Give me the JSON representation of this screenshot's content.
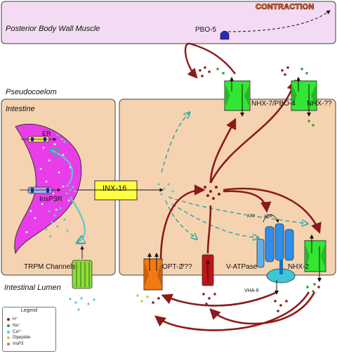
{
  "regions": {
    "muscle": "Posterior Body Wall Muscle",
    "pseudocoelom": "Pseudocoelom",
    "intestine": "Intestine",
    "lumen": "Intestinal Lumen"
  },
  "contraction": "CONTRACTION",
  "labels": {
    "pbo5": "PBO-5",
    "nhx7": "NHX-7/PBO-4",
    "nhx_unknown": "NHX-??",
    "er": "ER",
    "insp3r": "InsP3R",
    "inx16": "INX-16",
    "trpm": "TRPM Channels",
    "opt2": "OPT-2",
    "unknown": "???",
    "vatpase": "V-ATPase",
    "nhx2": "NHX-2",
    "vha6": "VHA-6",
    "atp": "ATP",
    "adp": "ADP"
  },
  "legend": {
    "title": "Legend",
    "items": [
      {
        "label": "H⁺",
        "color": "#8b1a1a"
      },
      {
        "label": "Na⁺",
        "color": "#2e9e3a"
      },
      {
        "label": "Ca²⁺",
        "color": "#5ec8c8"
      },
      {
        "label": "Dipeptide",
        "color": "#d8c43a"
      },
      {
        "label": "InsP3",
        "color": "#c08040"
      }
    ]
  },
  "colors": {
    "cell_fill": "#f6d3b0",
    "muscle_fill": "#f3dcf3",
    "er_fill": "#e93de9",
    "proton": "#8b1a1a",
    "calcium_arrow": "#5ec8c8",
    "nhx_green": "#33e633",
    "opt2_orange": "#f07a14",
    "vatpase_blue": "#2f8fe8",
    "inx16_yellow": "#ffff44",
    "trpm_green": "#8fdc3a"
  },
  "icons": [
    "proton-dot",
    "sodium-dot",
    "calcium-dot",
    "dipeptide-dot",
    "insp3-dot",
    "pbo5-receptor-icon"
  ]
}
